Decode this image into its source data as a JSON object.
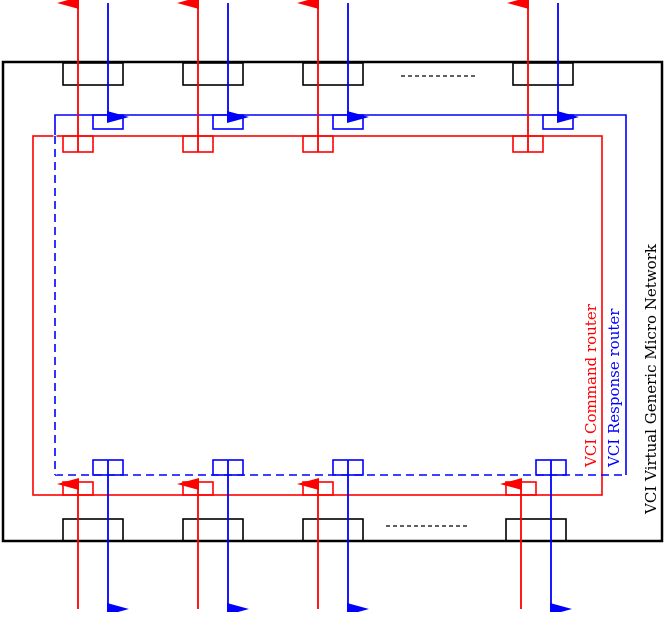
{
  "labels": {
    "command_router": "VCI Command router",
    "response_router": "VCI Response router",
    "network": "VCI Virtual Generic Micro Network",
    "top_ellipsis": "-----------",
    "bottom_ellipsis": "-----------"
  },
  "colors": {
    "command": "#ff0000",
    "response": "#0000ff",
    "outline": "#000000",
    "background": "#ffffff"
  },
  "ports": {
    "top_count": 4,
    "bottom_count": 4
  }
}
